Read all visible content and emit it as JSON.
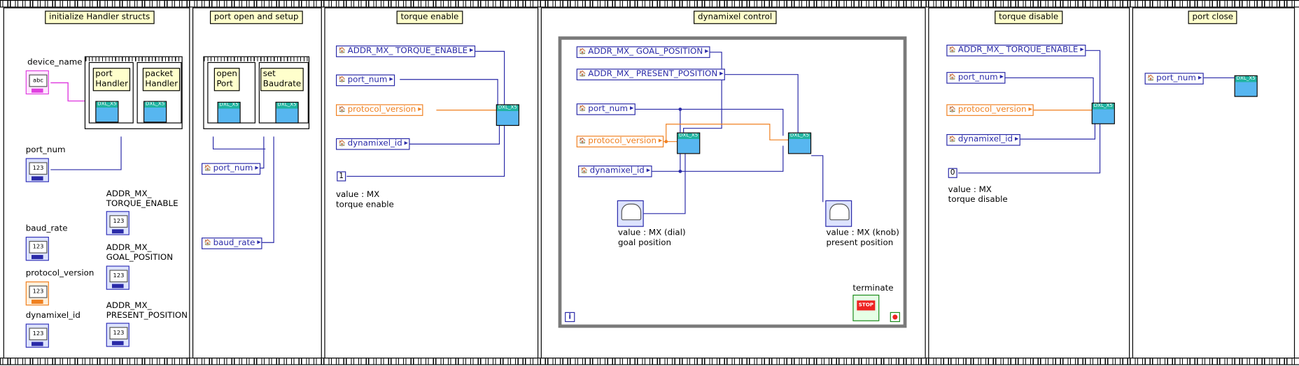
{
  "frames": {
    "init": {
      "title": "initialize Handler structs"
    },
    "port_open": {
      "title": "port open and setup"
    },
    "torque_enable": {
      "title": "torque enable"
    },
    "control": {
      "title": "dynamixel control"
    },
    "torque_disable": {
      "title": "torque disable"
    },
    "port_close": {
      "title": "port close"
    }
  },
  "init": {
    "device_name": "device_name",
    "port_num": "port_num",
    "baud_rate": "baud_rate",
    "protocol_version": "protocol_version",
    "dynamixel_id": "dynamixel_id",
    "addr_torque": "ADDR_MX_\nTORQUE_ENABLE",
    "addr_goal": "ADDR_MX_\nGOAL_POSITION",
    "addr_present": "ADDR_MX_\nPRESENT_POSITION",
    "port_handler": "port\nHandler",
    "packet_handler": "packet\nHandler"
  },
  "port_open": {
    "open_port": "open\nPort",
    "set_baudrate": "set\nBaudrate",
    "port_num": "port_num",
    "baud_rate": "baud_rate"
  },
  "torque_enable": {
    "addr": "ADDR_MX_ TORQUE_ENABLE",
    "port_num": "port_num",
    "protocol_version": "protocol_version",
    "dynamixel_id": "dynamixel_id",
    "value": "1",
    "note": "value : MX\ntorque enable"
  },
  "control": {
    "addr_goal": "ADDR_MX_ GOAL_POSITION",
    "addr_present": "ADDR_MX_ PRESENT_POSITION",
    "port_num": "port_num",
    "protocol_version": "protocol_version",
    "dynamixel_id": "dynamixel_id",
    "dial_label": "value : MX (dial)\ngoal position",
    "knob_label": "value : MX (knob)\npresent position",
    "terminate": "terminate",
    "stop": "STOP",
    "info": "i"
  },
  "torque_disable": {
    "addr": "ADDR_MX_ TORQUE_ENABLE",
    "port_num": "port_num",
    "protocol_version": "protocol_version",
    "dynamixel_id": "dynamixel_id",
    "value": "0",
    "note": "value : MX\ntorque disable"
  },
  "port_close": {
    "port_num": "port_num"
  },
  "controls": {
    "abc": "abc",
    "num": "123",
    "vi_top": "DXL_X5"
  },
  "colors": {
    "int_wire": "#2a2aa8",
    "string_wire": "#e040e0",
    "orange_wire": "#f08020"
  }
}
